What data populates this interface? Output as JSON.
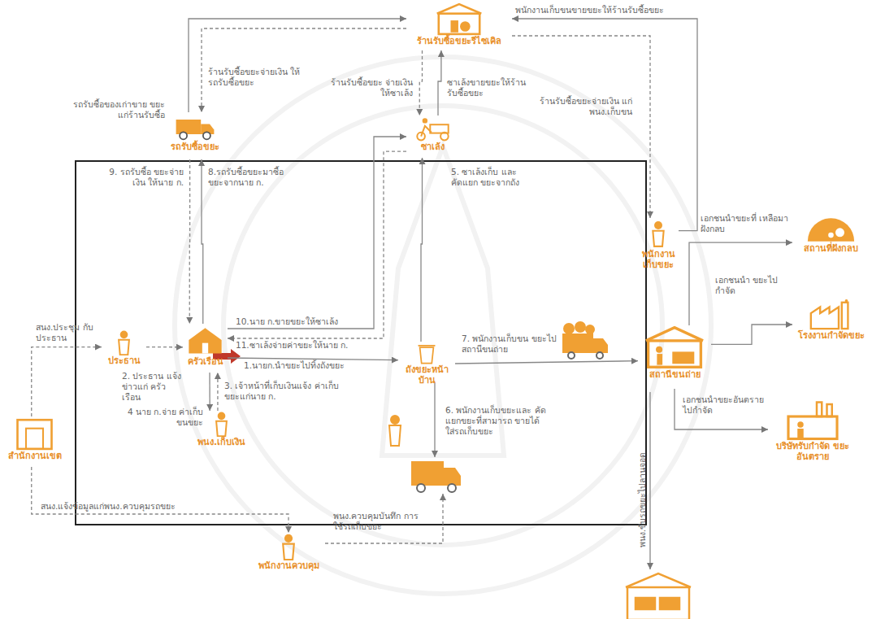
{
  "diagram": {
    "nodes": [
      {
        "text": [
          "ร้านรับซื้อขยะรีไซเคิล"
        ]
      },
      {
        "text": [
          "รถรับซื้อขยะ"
        ]
      },
      {
        "text": [
          "ซาเล้ง"
        ]
      },
      {
        "text": [
          "พนักงาน เก็บขยะ"
        ]
      },
      {
        "text": [
          "สถานที่ฝังกลบ"
        ]
      },
      {
        "text": [
          "ประธาน"
        ]
      },
      {
        "text": [
          "ครัวเรือน"
        ]
      },
      {
        "text": [
          "ถังขยะหน้าบ้าน"
        ]
      },
      {
        "text": [
          "สถานีขนถ่าย"
        ]
      },
      {
        "text": [
          "โรงงานกำจัดขยะ"
        ]
      },
      {
        "text": [
          "สำนักงานเขต"
        ]
      },
      {
        "text": [
          "พนง.เก็บเงิน"
        ]
      },
      {
        "text": [
          "บริษัทรับกำจัด ขยะอันตราย"
        ]
      },
      {
        "text": [
          "พนักงานควบคุม"
        ]
      }
    ],
    "edges": [
      {
        "from": 1,
        "to": 0,
        "label": "รถรับซื้อของเก่าขาย ขยะแก่ร้านรับซื้อ",
        "arrow": "to"
      },
      {
        "from": 0,
        "to": 1,
        "label": "ร้านรับซื้อขยะจ่ายเงิน ให้ รถรับซื้อขยะ",
        "arrow": "to"
      },
      {
        "from": 0,
        "to": 2,
        "label": "ร้านรับซื้อขยะ จ่ายเงินให้ซาเล้ง",
        "arrow": "to"
      },
      {
        "from": 2,
        "to": 0,
        "label": "ซาเล้งขายขยะให้ร้าน รับซื้อขยะ",
        "arrow": "to"
      },
      {
        "from": 3,
        "to": 0,
        "label": "พนักงานเก็บขนขายขยะให้ร้านรับซื้อขยะ",
        "arrow": "to"
      },
      {
        "from": 0,
        "to": 3,
        "label": "ร้านรับซื้อขยะจ่ายเงิน แก่พนง.เก็บขน",
        "arrow": "to"
      },
      {
        "from": 6,
        "to": 1,
        "label": "8.รถรับซื้อขยะมาซื้อ ขยะจากนาย ก.",
        "arrow": "to"
      },
      {
        "from": 1,
        "to": 6,
        "label": "9. รถรับซื้อ ขยะจ่ายเงิน ให้นาย ก.",
        "arrow": "to"
      },
      {
        "from": 7,
        "to": 2,
        "label": "5. ซาเล้งเก็บ และคัดแยก ขยะจากถัง",
        "arrow": "to"
      },
      {
        "from": 6,
        "to": 2,
        "label": "10.นาย ก.ขายขยะให้ซาเล้ง",
        "arrow": "to"
      },
      {
        "from": 2,
        "to": 6,
        "label": "11.ซาเล้งจ่ายค่าขยะให้นาย ก.",
        "arrow": "to"
      },
      {
        "from": 10,
        "to": 5,
        "label": "สนง.ประชุม กับประธาน",
        "arrow": "to"
      },
      {
        "from": 5,
        "to": 6,
        "label": "2. ประธาน แจ้งข่าวแก่ ครัวเรือน",
        "arrow": "to"
      },
      {
        "from": 6,
        "to": 7,
        "label": "1.นายก.นำขยะไปทิ้งถังขยะ",
        "arrow": "to"
      },
      {
        "from": 11,
        "to": 6,
        "label": "3. เจ้าหน้าที่เก็บเงินแจ้ง ค่าเก็บขยะแก่นาย ก.",
        "arrow": "to"
      },
      {
        "from": 6,
        "to": 11,
        "label": "4 นาย ก.จ่าย ค่าเก็บขนขยะ",
        "arrow": "to"
      },
      {
        "from": 7,
        "to": 8,
        "label": "7. พนักงานเก็บขน ขยะไปสถานีขนถ่าย",
        "arrow": "to"
      },
      {
        "from": 8,
        "to": 4,
        "label": "เอกชนนำขยะที่ เหลือมาฝังกลบ",
        "arrow": "to"
      },
      {
        "from": 8,
        "to": 9,
        "label": "เอกชนนำ ขยะไปกำจัด",
        "arrow": "to"
      },
      {
        "from": 8,
        "to": 12,
        "label": "เอกชนนำขยะอันตราย ไปกำจัด",
        "arrow": "to"
      },
      {
        "from": 10,
        "to": 13,
        "label": "สนง.แจ้งข้อมูลแก่พนง.ควบคุมรถขยะ",
        "arrow": "to"
      }
    ],
    "labels": [
      "6. พนักงานเก็บขยะและ คัดแยกขยะที่สามารถ ขายได้ใส่รถเก็บขยะ",
      "พนง.ควบคุมบันทึก การใช้รถเก็บขยะ",
      "พนง.ขับรถขยะไปลานจอด"
    ]
  }
}
